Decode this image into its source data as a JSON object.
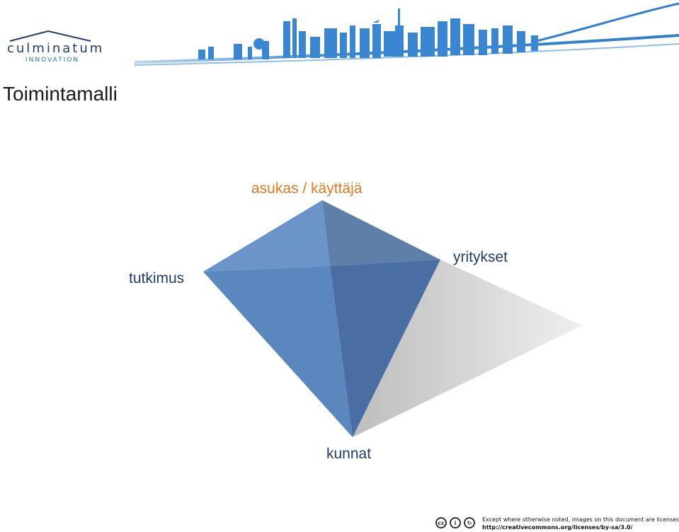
{
  "header": {
    "logo_text": "culminatum",
    "logo_subtext": "INNOVATION"
  },
  "slide": {
    "title": "Toimintamalli"
  },
  "diagram": {
    "labels": {
      "top": "asukas / käyttäjä",
      "left": "tutkimus",
      "right": "yritykset",
      "bottom": "kunnat"
    },
    "colors": {
      "accent_orange": "#e07a1f",
      "label_navy": "#1f3d66",
      "face_light_blue": "#6b95c8",
      "face_mid_blue": "#5b87bf",
      "face_dark_blue": "#4a6da3",
      "face_slate_blue": "#5d7fa8",
      "shadow_gray": "#c9c9c9"
    }
  },
  "footer": {
    "license_line1": "Except where otherwise noted, images on this document are licensed under",
    "license_line2": "http://creativecommons.org/licenses/by-sa/3.0/",
    "icons": [
      "cc-icon",
      "by-icon",
      "sa-icon"
    ]
  }
}
